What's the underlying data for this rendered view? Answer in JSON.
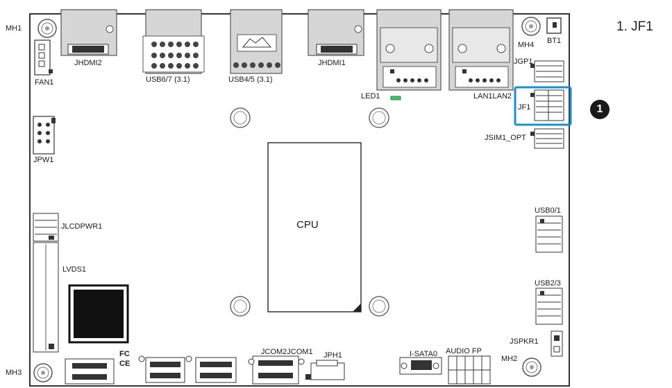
{
  "legend": {
    "item_1": "1. JF1"
  },
  "callout": {
    "number": "1"
  },
  "labels": {
    "mh1": "MH1",
    "mh2": "MH2",
    "mh3": "MH3",
    "mh4": "MH4",
    "bt1": "BT1",
    "jhdmi2": "JHDMI2",
    "jhdmi1": "JHDMI1",
    "usb67": "USB6/7 (3.1)",
    "usb45": "USB4/5 (3.1)",
    "fan1": "FAN1",
    "jgp1": "JGP1",
    "led1": "LED1",
    "lan1lan2": "LAN1LAN2",
    "jf1": "JF1",
    "jsim1_opt": "JSIM1_OPT",
    "jpw1": "JPW1",
    "cpu": "CPU",
    "jlcdpwr1": "JLCDPWR1",
    "lvds1": "LVDS1",
    "usb01": "USB0/1",
    "usb23": "USB2/3",
    "jspkr1": "JSPKR1",
    "jcom2jcom1": "JCOM2JCOM1",
    "jph1": "JPH1",
    "isata0": "I-SATA0",
    "audio_fp": "AUDIO FP",
    "fc_mark": "FC",
    "ce_mark": "CE"
  },
  "colors": {
    "board_outline": "#333333",
    "highlight": "#1a8fd0",
    "led": "#3cc46a",
    "port_fill": "#cfcfcf"
  }
}
